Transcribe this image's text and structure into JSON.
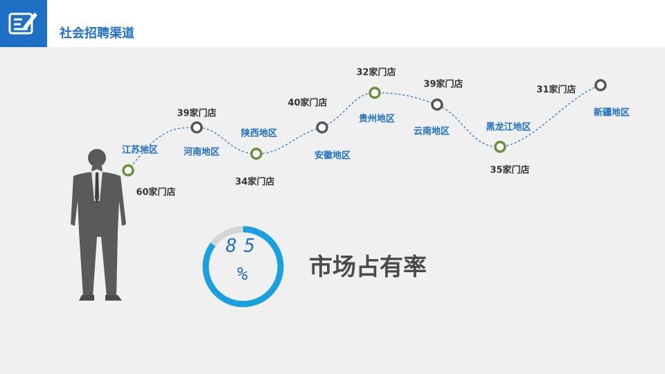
{
  "header": {
    "title": "社会招聘渠道",
    "icon": "edit-document-icon"
  },
  "colors": {
    "accent": "#1f6fc5",
    "ring": "#1a9fe0",
    "ring_track": "#d5d5d5",
    "node": "#6b8e3a",
    "silhouette": "#5a5a5a"
  },
  "route": {
    "points": [
      {
        "region": "江苏地区",
        "stores": "60家门店"
      },
      {
        "region": "河南地区",
        "stores": "39家门店"
      },
      {
        "region": "陕西地区",
        "stores": "34家门店"
      },
      {
        "region": "安徽地区",
        "stores": "40家门店"
      },
      {
        "region": "贵州地区",
        "stores": "32家门店"
      },
      {
        "region": "云南地区",
        "stores": "39家门店"
      },
      {
        "region": "黑龙江地区",
        "stores": "35家门店"
      },
      {
        "region": "新疆地区",
        "stores": "31家门店"
      }
    ]
  },
  "market_share": {
    "value": 85,
    "number_text": "85",
    "percent_text": "%",
    "label": "市场占有率"
  }
}
